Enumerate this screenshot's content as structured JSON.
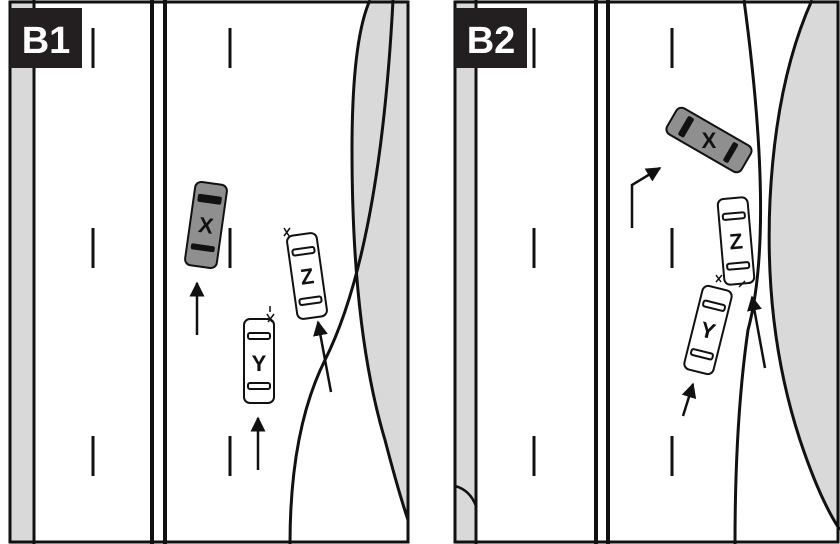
{
  "panels": [
    {
      "label": "B1",
      "cars": [
        {
          "id": "X",
          "color": "#8f8f8f"
        },
        {
          "id": "Y",
          "color": "#ffffff"
        },
        {
          "id": "Z",
          "color": "#ffffff"
        }
      ]
    },
    {
      "label": "B2",
      "cars": [
        {
          "id": "X",
          "color": "#8f8f8f"
        },
        {
          "id": "Z",
          "color": "#ffffff"
        },
        {
          "id": "Y",
          "color": "#ffffff"
        }
      ]
    }
  ],
  "colors": {
    "road": "#ffffff",
    "verge": "#d9d9d9",
    "ink": "#111111",
    "label_bg": "#231f20",
    "label_fg": "#ffffff"
  }
}
